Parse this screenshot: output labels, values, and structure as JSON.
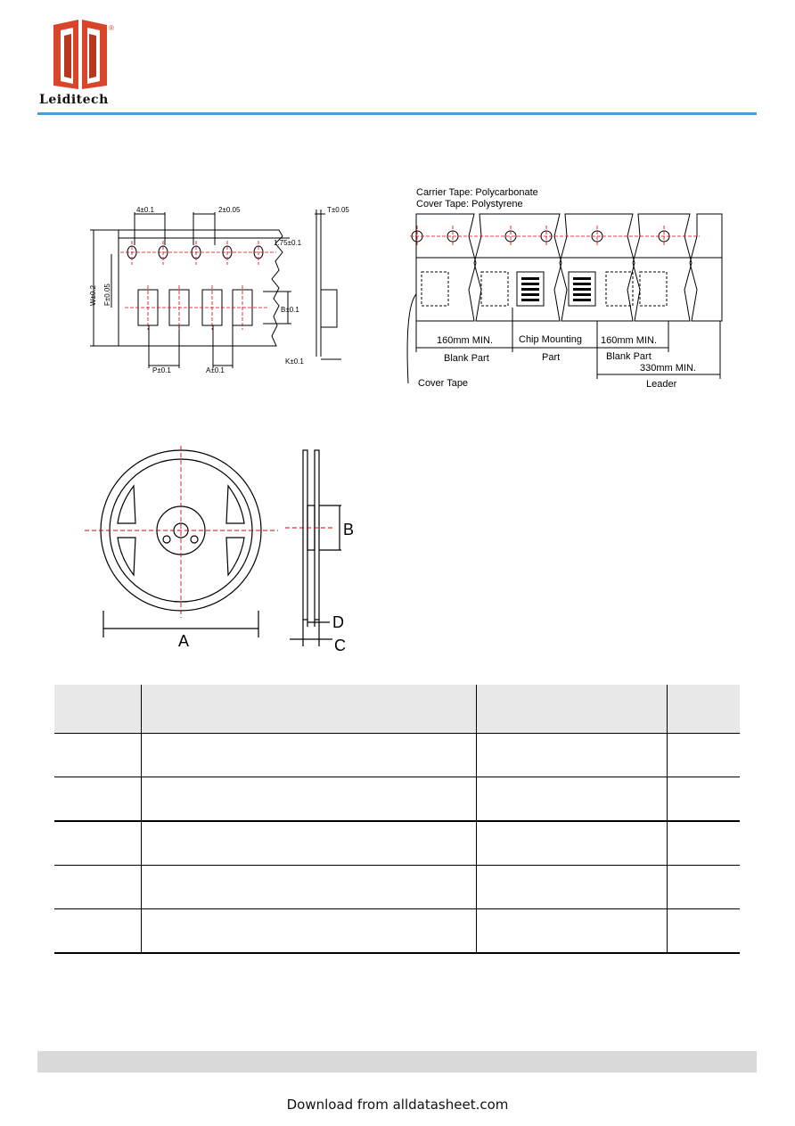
{
  "header": {
    "brand": "Leiditech",
    "registered_mark": "®",
    "logo_color": "#d9452a",
    "rule_color": "#4a9fd6"
  },
  "tape_drawing": {
    "labels": {
      "pitch_hole": "4±0.1",
      "p2": "2±0.05",
      "t": "T±0.05",
      "e": "1.75±0.1",
      "w": "W±0.2",
      "f": "F±0.05",
      "b": "B±0.1",
      "p": "P±0.1",
      "a": "A±0.1",
      "k": "K±0.1"
    }
  },
  "tape_layout": {
    "carrier": "Carrier Tape: Polycarbonate",
    "cover": "Cover Tape: Polystyrene",
    "dim_160a": "160mm MIN.",
    "blank_a": "Blank Part",
    "chip_mounting": "Chip Mounting",
    "part": "Part",
    "dim_160b": "160mm MIN.",
    "blank_b": "Blank Part",
    "dim_330": "330mm MIN.",
    "leader": "Leader",
    "cover_tape": "Cover Tape"
  },
  "reel": {
    "a": "A",
    "b": "B",
    "c": "C",
    "d": "D"
  },
  "table": {
    "header_bg": "#e8e8e8",
    "rows": 5
  },
  "footer": {
    "download": "Download from alldatasheet.com"
  }
}
